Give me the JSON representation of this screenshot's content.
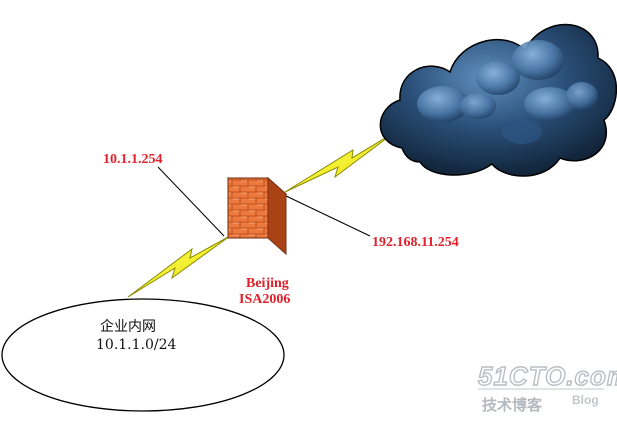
{
  "diagram": {
    "firewall": {
      "name": "Beijing",
      "model": "ISA2006",
      "internal_ip": "10.1.1.254",
      "external_ip": "192.168.11.254"
    },
    "internal_network": {
      "name": "企业内网",
      "subnet": "10.1.1.0/24"
    },
    "internet": {
      "icon": "cloud-icon"
    }
  },
  "watermark": {
    "site": "51CTO.com",
    "subtitle": "技术博客",
    "tag": "Blog"
  },
  "colors": {
    "label_red": "#e0202a",
    "lightning": "#ffff00",
    "brick": "#e8703a",
    "cloud_dark": "#0e2236"
  }
}
